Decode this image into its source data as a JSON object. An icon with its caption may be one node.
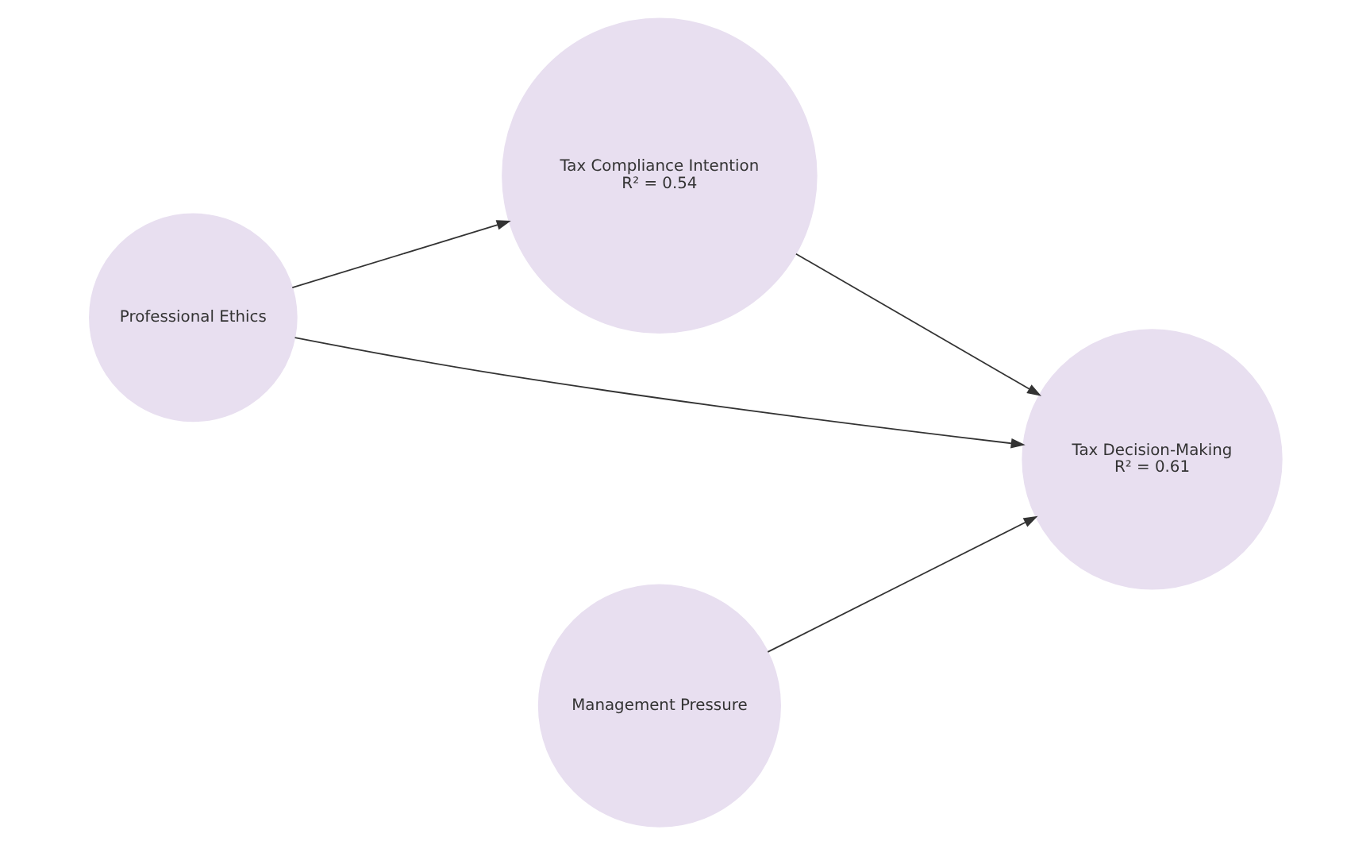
{
  "diagram": {
    "nodes": [
      {
        "text": [
          "Professional Ethics"
        ]
      },
      {
        "text": [
          "Tax Compliance Intention",
          "R² = 0.54"
        ]
      },
      {
        "text": [
          "Management Pressure"
        ]
      },
      {
        "text": [
          "Tax Decision-Making",
          "R² = 0.61"
        ]
      }
    ],
    "edges": [
      {
        "from": 0,
        "to": 1,
        "arrow": "to"
      },
      {
        "from": 1,
        "to": 3,
        "arrow": "to"
      },
      {
        "from": 0,
        "to": 3,
        "arrow": "to"
      },
      {
        "from": 2,
        "to": 3,
        "arrow": "to"
      }
    ]
  }
}
